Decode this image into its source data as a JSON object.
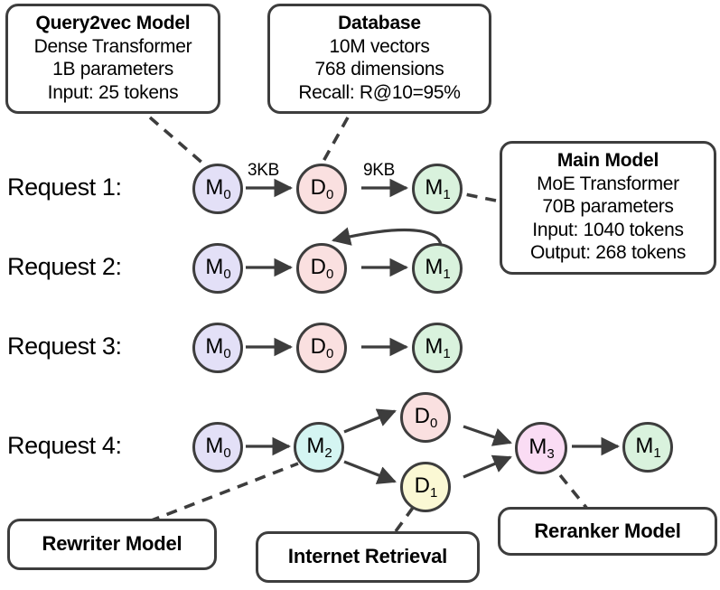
{
  "diagram": {
    "title": "Request pipeline DAGs with model and database annotations",
    "background": "#ffffff",
    "stroke": "#3d3d3d"
  },
  "callouts": [
    {
      "id": "query2vec",
      "name": "query2vec-callout",
      "title": "Query2vec Model",
      "lines": [
        "Dense Transformer",
        "1B parameters",
        "Input: 25 tokens"
      ]
    },
    {
      "id": "database",
      "name": "database-callout",
      "title": "Database",
      "lines": [
        "10M vectors",
        "768 dimensions",
        "Recall: R@10=95%"
      ]
    },
    {
      "id": "main-model",
      "name": "main-model-callout",
      "title": "Main Model",
      "lines": [
        "MoE Transformer",
        "70B parameters",
        "Input: 1040 tokens",
        "Output: 268 tokens"
      ]
    },
    {
      "id": "rewriter",
      "name": "rewriter-callout",
      "title": "Rewriter Model",
      "lines": []
    },
    {
      "id": "internet-retrieval",
      "name": "internet-retrieval-callout",
      "title": "Internet Retrieval",
      "lines": []
    },
    {
      "id": "reranker",
      "name": "reranker-callout",
      "title": "Reranker Model",
      "lines": []
    }
  ],
  "rows": [
    {
      "id": "request-1",
      "label": "Request 1:"
    },
    {
      "id": "request-2",
      "label": "Request 2:"
    },
    {
      "id": "request-3",
      "label": "Request 3:"
    },
    {
      "id": "request-4",
      "label": "Request 4:"
    }
  ],
  "node_colors": {
    "M0": "#e3e0f7",
    "M1": "#d9f2dd",
    "M2": "#d4f5f2",
    "M3": "#fadcf4",
    "D0": "#fae0e0",
    "D1": "#fbf8d4"
  },
  "nodes": [
    {
      "id": "r1-m0",
      "row": "request-1",
      "base": "M",
      "sub": "0",
      "fill": "#e3e0f7"
    },
    {
      "id": "r1-d0",
      "row": "request-1",
      "base": "D",
      "sub": "0",
      "fill": "#fae0e0"
    },
    {
      "id": "r1-m1",
      "row": "request-1",
      "base": "M",
      "sub": "1",
      "fill": "#d9f2dd"
    },
    {
      "id": "r2-m0",
      "row": "request-2",
      "base": "M",
      "sub": "0",
      "fill": "#e3e0f7"
    },
    {
      "id": "r2-d0",
      "row": "request-2",
      "base": "D",
      "sub": "0",
      "fill": "#fae0e0"
    },
    {
      "id": "r2-m1",
      "row": "request-2",
      "base": "M",
      "sub": "1",
      "fill": "#d9f2dd"
    },
    {
      "id": "r3-m0",
      "row": "request-3",
      "base": "M",
      "sub": "0",
      "fill": "#e3e0f7"
    },
    {
      "id": "r3-d0",
      "row": "request-3",
      "base": "D",
      "sub": "0",
      "fill": "#fae0e0"
    },
    {
      "id": "r3-m1",
      "row": "request-3",
      "base": "M",
      "sub": "1",
      "fill": "#d9f2dd"
    },
    {
      "id": "r4-m0",
      "row": "request-4",
      "base": "M",
      "sub": "0",
      "fill": "#e3e0f7"
    },
    {
      "id": "r4-m2",
      "row": "request-4",
      "base": "M",
      "sub": "2",
      "fill": "#d4f5f2"
    },
    {
      "id": "r4-d0",
      "row": "request-4",
      "base": "D",
      "sub": "0",
      "fill": "#fae0e0"
    },
    {
      "id": "r4-d1",
      "row": "request-4",
      "base": "D",
      "sub": "1",
      "fill": "#fbf8d4"
    },
    {
      "id": "r4-m3",
      "row": "request-4",
      "base": "M",
      "sub": "3",
      "fill": "#fadcf4"
    },
    {
      "id": "r4-m1",
      "row": "request-4",
      "base": "M",
      "sub": "1",
      "fill": "#d9f2dd"
    }
  ],
  "edge_labels": [
    {
      "id": "r1-e1",
      "text": "3KB",
      "edge": "r1-m0 -> r1-d0"
    },
    {
      "id": "r1-e2",
      "text": "9KB",
      "edge": "r1-m1 incoming"
    }
  ],
  "edges": [
    {
      "from": "r1-m0",
      "to": "r1-d0",
      "kind": "solid"
    },
    {
      "from": "r1-d0",
      "to": "r1-m1",
      "kind": "solid"
    },
    {
      "from": "r2-m0",
      "to": "r2-d0",
      "kind": "solid"
    },
    {
      "from": "r2-d0",
      "to": "r2-m1",
      "kind": "solid"
    },
    {
      "from": "r2-m1",
      "to": "r2-d0",
      "kind": "curved-feedback"
    },
    {
      "from": "r3-m0",
      "to": "r3-d0",
      "kind": "solid"
    },
    {
      "from": "r3-d0",
      "to": "r3-m1",
      "kind": "solid"
    },
    {
      "from": "r4-m0",
      "to": "r4-m2",
      "kind": "solid"
    },
    {
      "from": "r4-m2",
      "to": "r4-d0",
      "kind": "solid"
    },
    {
      "from": "r4-m2",
      "to": "r4-d1",
      "kind": "solid"
    },
    {
      "from": "r4-d0",
      "to": "r4-m3",
      "kind": "solid"
    },
    {
      "from": "r4-d1",
      "to": "r4-m3",
      "kind": "solid"
    },
    {
      "from": "r4-m3",
      "to": "r4-m1",
      "kind": "solid"
    }
  ],
  "leaders": [
    {
      "from": "query2vec",
      "to": "r1-m0",
      "kind": "dashed"
    },
    {
      "from": "database",
      "to": "r1-d0",
      "kind": "dashed"
    },
    {
      "from": "main-model",
      "to": "r1-m1",
      "kind": "dashed"
    },
    {
      "from": "rewriter",
      "to": "r4-m2",
      "kind": "dashed"
    },
    {
      "from": "internet-retrieval",
      "to": "r4-d1",
      "kind": "dashed"
    },
    {
      "from": "reranker",
      "to": "r4-m3",
      "kind": "dashed"
    }
  ]
}
